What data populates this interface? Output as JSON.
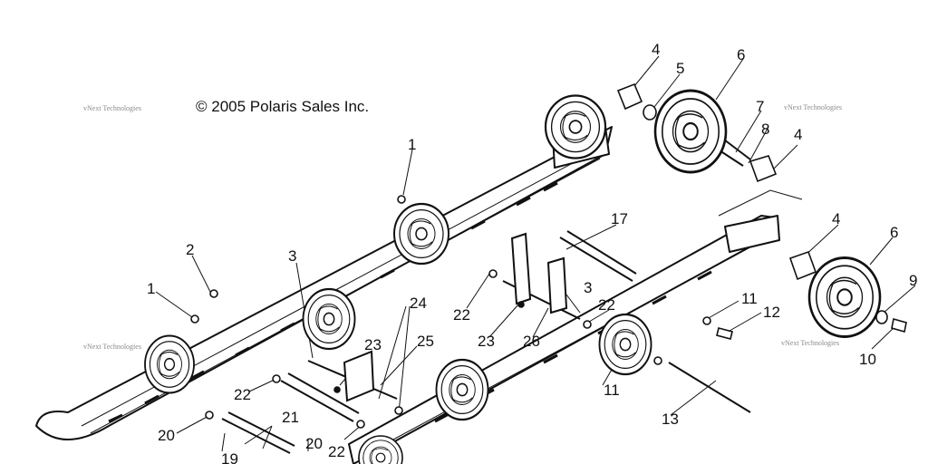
{
  "copyright": "© 2005 Polaris Sales Inc.",
  "watermark": "vNext Technologies",
  "callouts": [
    "1",
    "1",
    "2",
    "3",
    "3",
    "4",
    "4",
    "4",
    "5",
    "6",
    "6",
    "7",
    "8",
    "9",
    "10",
    "11",
    "11",
    "12",
    "13",
    "17",
    "19",
    "20",
    "20",
    "21",
    "22",
    "22",
    "22",
    "22",
    "23",
    "23",
    "24",
    "25",
    "26"
  ],
  "colors": {
    "line": "#111111",
    "background": "#ffffff",
    "watermark": "#8a8a8a"
  }
}
